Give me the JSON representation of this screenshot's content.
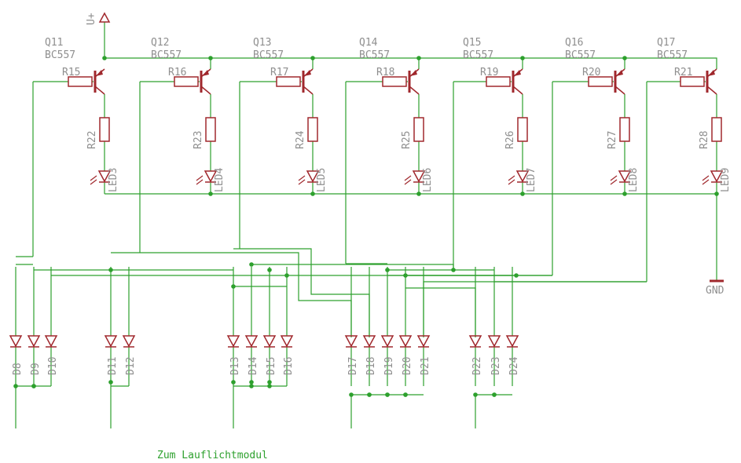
{
  "supply": {
    "label": "U+"
  },
  "ground": {
    "label": "GND"
  },
  "caption": "Zum Lauflichtmodul",
  "stages": [
    {
      "transistor": "Q11",
      "type": "BC557",
      "base_resistor": "R15",
      "led_resistor": "R22",
      "led": "LED3"
    },
    {
      "transistor": "Q12",
      "type": "BC557",
      "base_resistor": "R16",
      "led_resistor": "R23",
      "led": "LED4"
    },
    {
      "transistor": "Q13",
      "type": "BC557",
      "base_resistor": "R17",
      "led_resistor": "R24",
      "led": "LED5"
    },
    {
      "transistor": "Q14",
      "type": "BC557",
      "base_resistor": "R18",
      "led_resistor": "R25",
      "led": "LED6"
    },
    {
      "transistor": "Q15",
      "type": "BC557",
      "base_resistor": "R19",
      "led_resistor": "R26",
      "led": "LED7"
    },
    {
      "transistor": "Q16",
      "type": "BC557",
      "base_resistor": "R20",
      "led_resistor": "R27",
      "led": "LED8"
    },
    {
      "transistor": "Q17",
      "type": "BC557",
      "base_resistor": "R21",
      "led_resistor": "R28",
      "led": "LED9"
    }
  ],
  "diode_groups": [
    {
      "diodes": [
        "D8",
        "D9",
        "D10"
      ]
    },
    {
      "diodes": [
        "D11",
        "D12"
      ]
    },
    {
      "diodes": [
        "D13",
        "D14",
        "D15",
        "D16"
      ]
    },
    {
      "diodes": [
        "D17",
        "D18",
        "D19",
        "D20",
        "D21"
      ]
    },
    {
      "diodes": [
        "D22",
        "D23",
        "D24"
      ]
    }
  ],
  "colors": {
    "wire": "#2da02d",
    "symbol": "#a0282d",
    "label": "#8f8f8f"
  }
}
